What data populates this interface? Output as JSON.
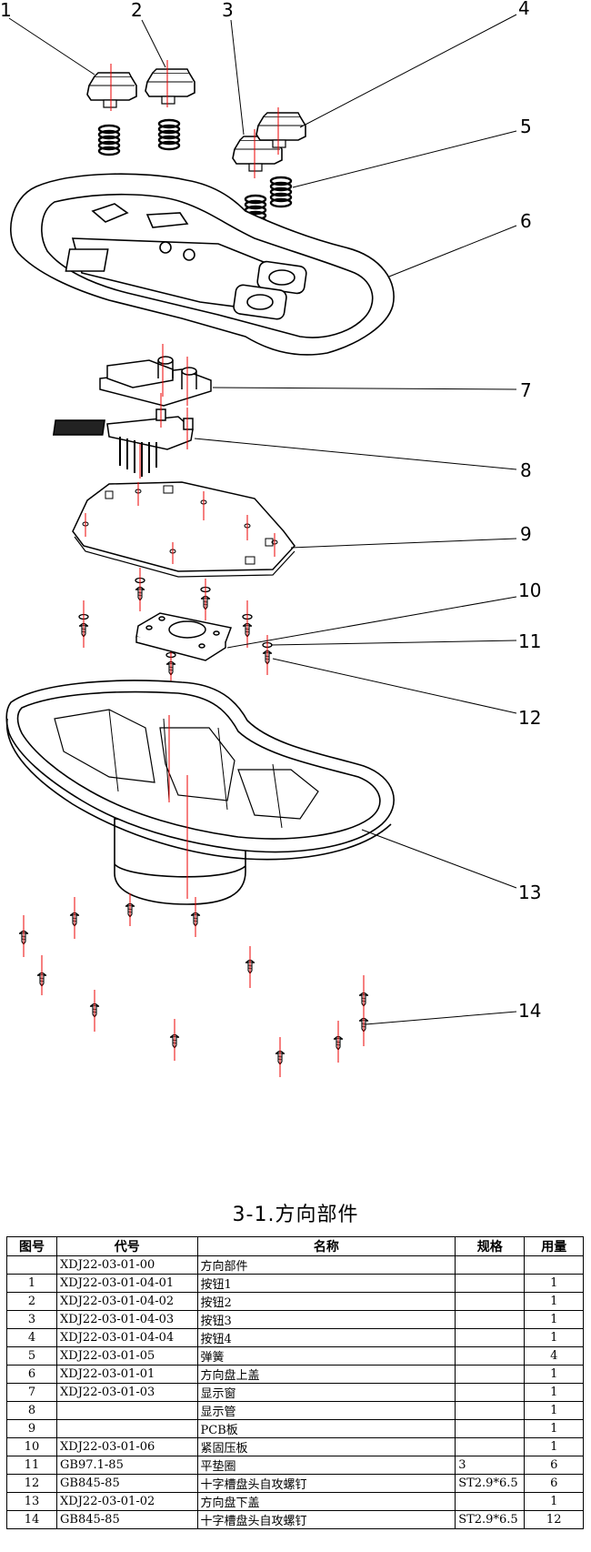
{
  "callouts": [
    "1",
    "2",
    "3",
    "4",
    "5",
    "6",
    "7",
    "8",
    "9",
    "10",
    "11",
    "12",
    "13",
    "14"
  ],
  "title": "3-1.方向部件",
  "bom": {
    "headers": [
      "图号",
      "代号",
      "名称",
      "规格",
      "用量"
    ],
    "rows": [
      [
        "",
        "XDJ22-03-01-00",
        "方向部件",
        "",
        ""
      ],
      [
        "1",
        "XDJ22-03-01-04-01",
        "按钮1",
        "",
        "1"
      ],
      [
        "2",
        "XDJ22-03-01-04-02",
        "按钮2",
        "",
        "1"
      ],
      [
        "3",
        "XDJ22-03-01-04-03",
        "按钮3",
        "",
        "1"
      ],
      [
        "4",
        "XDJ22-03-01-04-04",
        "按钮4",
        "",
        "1"
      ],
      [
        "5",
        "XDJ22-03-01-05",
        "弹簧",
        "",
        "4"
      ],
      [
        "6",
        "XDJ22-03-01-01",
        "方向盘上盖",
        "",
        "1"
      ],
      [
        "7",
        "XDJ22-03-01-03",
        "显示窗",
        "",
        "1"
      ],
      [
        "8",
        "",
        "显示管",
        "",
        "1"
      ],
      [
        "9",
        "",
        "PCB板",
        "",
        "1"
      ],
      [
        "10",
        "XDJ22-03-01-06",
        "紧固压板",
        "",
        "1"
      ],
      [
        "11",
        "GB97.1-85",
        "平垫圈",
        "3",
        "6"
      ],
      [
        "12",
        "GB845-85",
        "十字槽盘头自攻螺钉",
        "ST2.9*6.5",
        "6"
      ],
      [
        "13",
        "XDJ22-03-01-02",
        "方向盘下盖",
        "",
        "1"
      ],
      [
        "14",
        "GB845-85",
        "十字槽盘头自攻螺钉",
        "ST2.9*6.5",
        "12"
      ]
    ]
  }
}
